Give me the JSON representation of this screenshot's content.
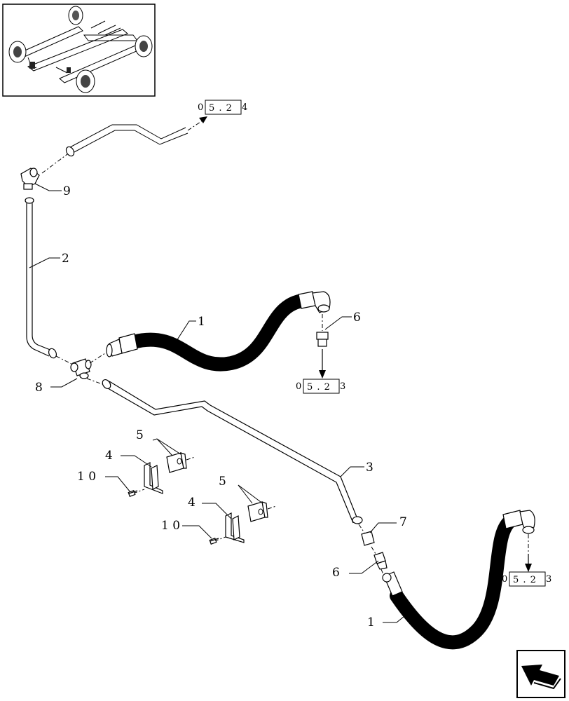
{
  "diagram": {
    "callouts": [
      {
        "id": "callout-9",
        "text": "9"
      },
      {
        "id": "callout-2",
        "text": "2"
      },
      {
        "id": "callout-1-upper",
        "text": "1"
      },
      {
        "id": "callout-6-upper",
        "text": "6"
      },
      {
        "id": "callout-8",
        "text": "8"
      },
      {
        "id": "callout-5-left",
        "text": "5"
      },
      {
        "id": "callout-4-left",
        "text": "4"
      },
      {
        "id": "callout-10-left",
        "text": "1 0"
      },
      {
        "id": "callout-5-right",
        "text": "5"
      },
      {
        "id": "callout-4-right",
        "text": "4"
      },
      {
        "id": "callout-10-right",
        "text": "1 0"
      },
      {
        "id": "callout-3",
        "text": "3"
      },
      {
        "id": "callout-7",
        "text": "7"
      },
      {
        "id": "callout-6-lower",
        "text": "6"
      },
      {
        "id": "callout-1-lower",
        "text": "1"
      }
    ],
    "references": {
      "top": {
        "prefix": "0",
        "boxed": "5 . 2",
        "suffix": "4"
      },
      "middle": {
        "prefix": "0",
        "boxed": "5 . 2",
        "suffix": "3"
      },
      "right": {
        "prefix": "0",
        "boxed": "5 . 2",
        "suffix": "3"
      }
    }
  },
  "icons": {
    "thumbnail": "axle-assembly-thumbnail",
    "navigation": "previous-page-arrow-icon"
  }
}
